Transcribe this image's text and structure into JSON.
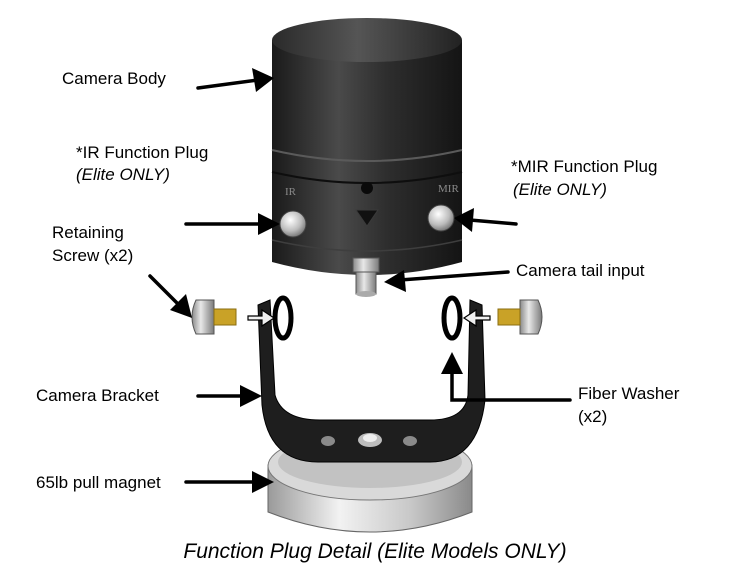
{
  "labels": {
    "camera_body": "Camera Body",
    "ir_plug": "*IR Function Plug",
    "ir_plug_note": "(Elite ONLY)",
    "mir_plug": "*MIR Function Plug",
    "mir_plug_note": "(Elite ONLY)",
    "retaining_screw_line1": "Retaining",
    "retaining_screw_line2": "Screw (x2)",
    "camera_tail": "Camera tail input",
    "camera_bracket": "Camera Bracket",
    "fiber_washer_line1": "Fiber Washer",
    "fiber_washer_line2": "(x2)",
    "magnet": "65lb pull magnet",
    "body_mark_left": "IR",
    "body_mark_right": "MIR"
  },
  "caption": "Function Plug Detail (Elite Models ONLY)"
}
